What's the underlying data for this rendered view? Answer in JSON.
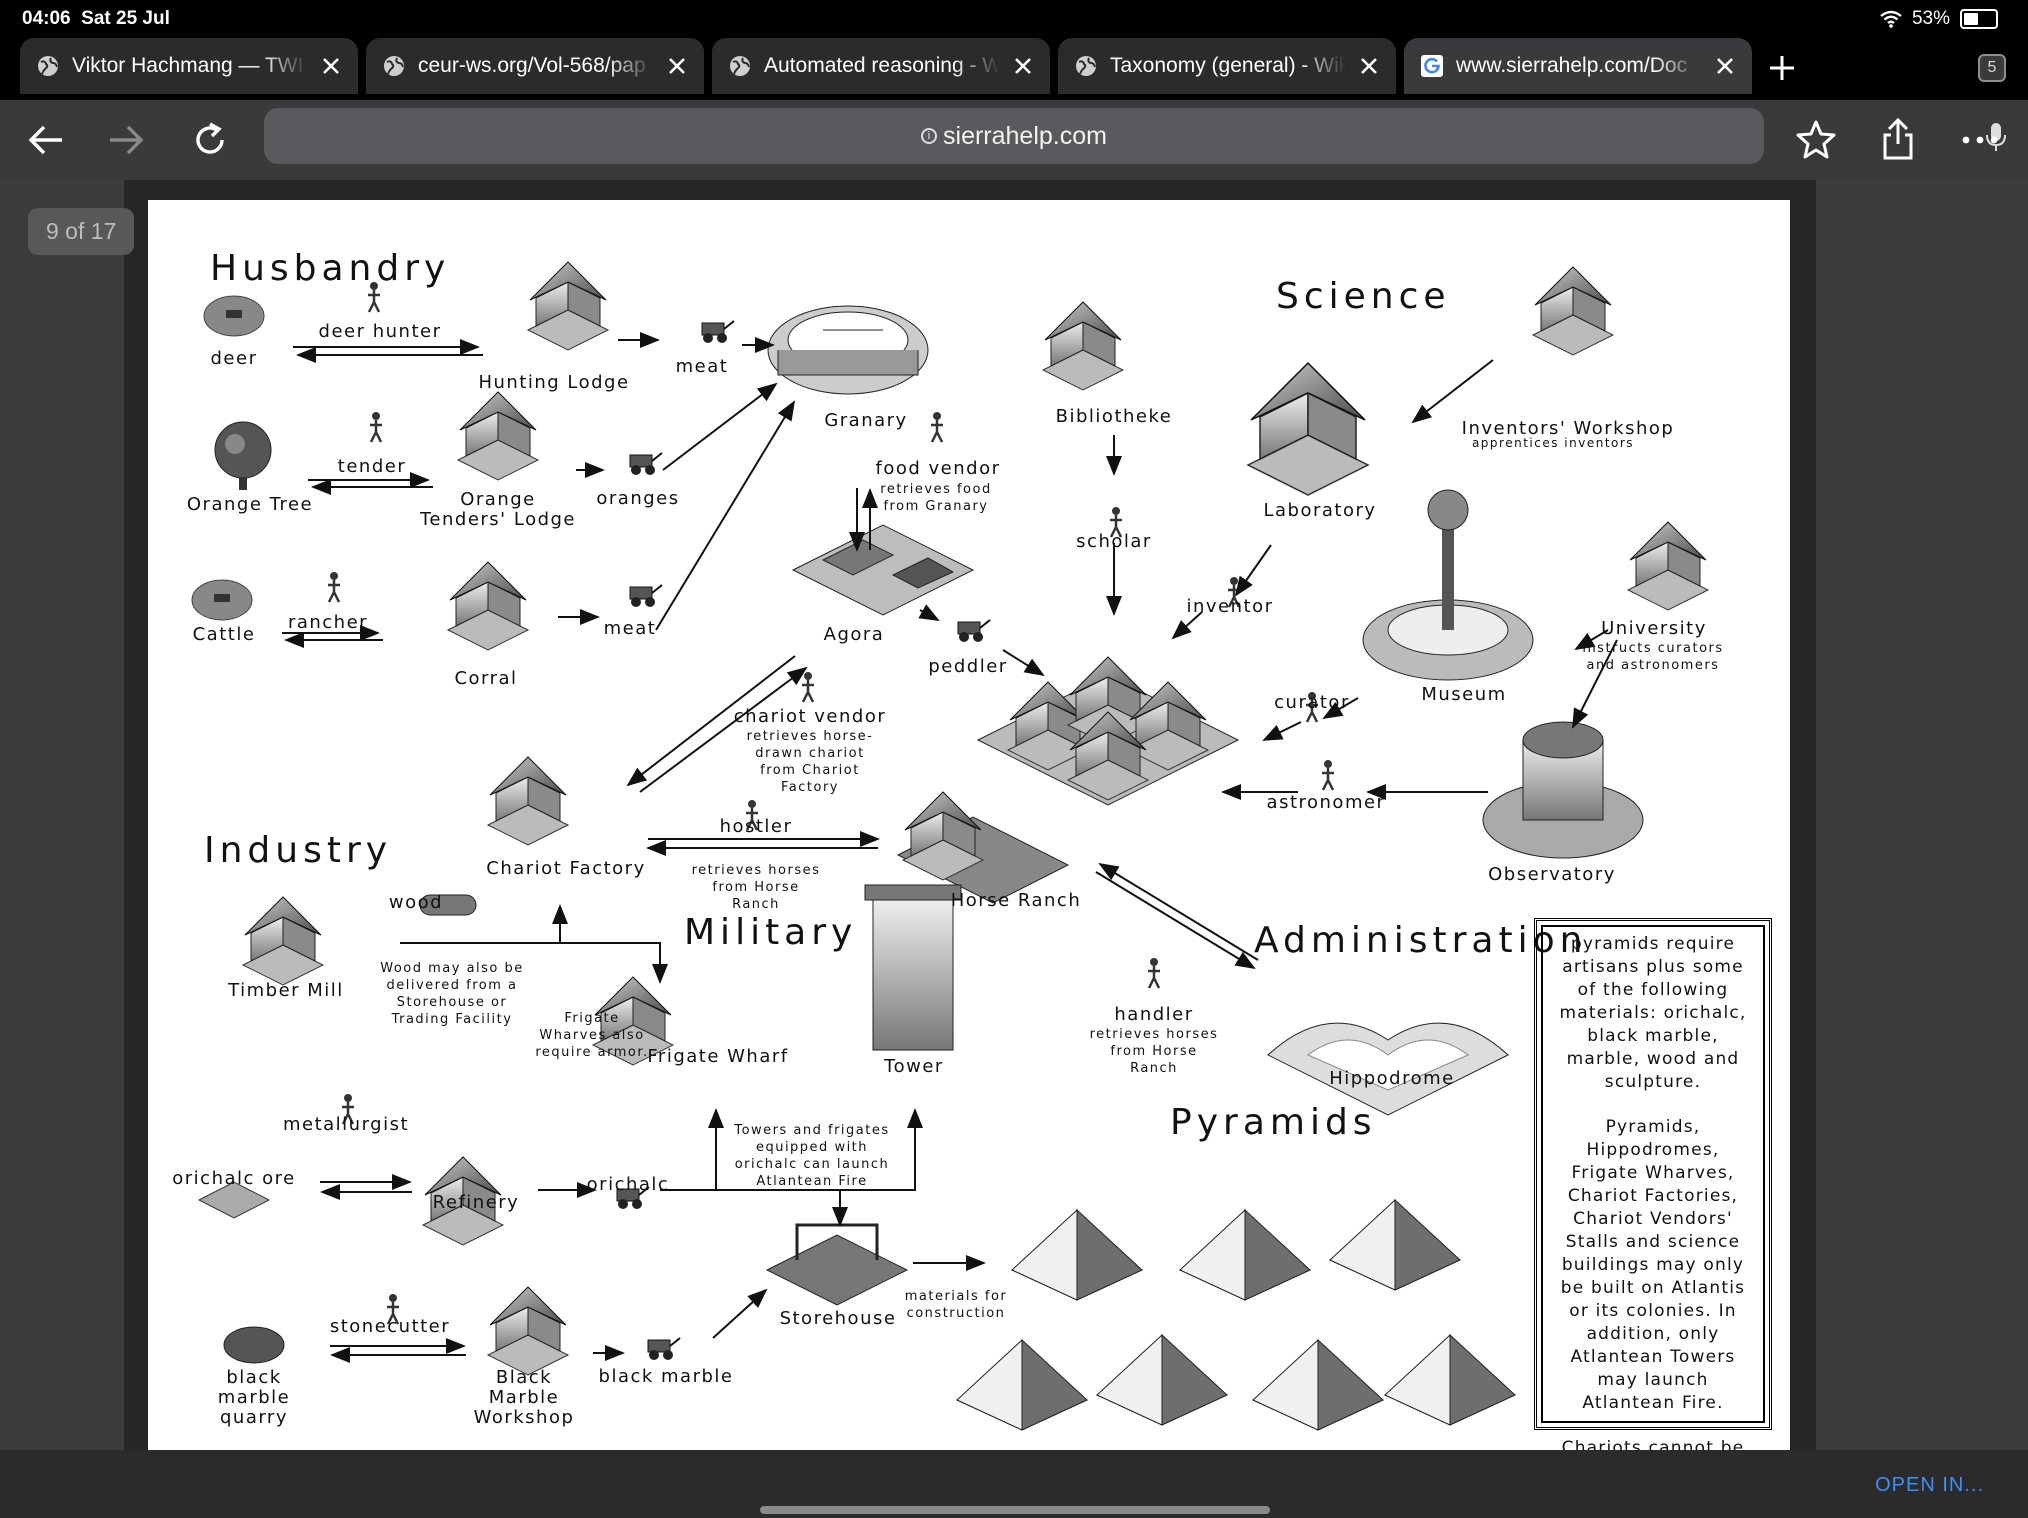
{
  "status": {
    "time": "04:06",
    "date": "Sat 25 Jul",
    "battery": "53%",
    "battery_level": 0.53
  },
  "tabs": [
    {
      "title": "Viktor Hachmang — TWI",
      "active": false
    },
    {
      "title": "ceur-ws.org/Vol-568/pap",
      "active": false
    },
    {
      "title": "Automated reasoning - W",
      "active": false
    },
    {
      "title": "Taxonomy (general) - Wik",
      "active": false
    },
    {
      "title": "www.sierrahelp.com/Doc",
      "active": true
    }
  ],
  "tab_count": "5",
  "url": "sierrahelp.com",
  "page_indicator": "9 of 17",
  "open_in": "OPEN IN...",
  "diagram": {
    "headings": {
      "husbandry": "Husbandry",
      "science": "Science",
      "industry": "Industry",
      "military": "Military",
      "administration": "Administration",
      "pyramids": "Pyramids"
    },
    "labels": {
      "deer": "deer",
      "deer_hunter": "deer hunter",
      "hunting_lodge": "Hunting Lodge",
      "meat1": "meat",
      "granary": "Granary",
      "orange_tree": "Orange Tree",
      "tender": "tender",
      "orange_tenders_lodge": "Orange Tenders' Lodge",
      "oranges": "oranges",
      "food_vendor": "food vendor",
      "food_vendor_note": "retrieves food from Granary",
      "cattle": "Cattle",
      "rancher": "rancher",
      "corral": "Corral",
      "meat2": "meat",
      "agora": "Agora",
      "peddler": "peddler",
      "bibliotheke": "Bibliotheke",
      "scholar": "scholar",
      "laboratory": "Laboratory",
      "inventor": "inventor",
      "inventors_workshop": "Inventors' Workshop",
      "inventors_workshop_note": "apprentices inventors",
      "museum": "Museum",
      "curator": "curator",
      "university": "University",
      "university_note": "instructs curators and astronomers",
      "observatory": "Observatory",
      "astronomer": "astronomer",
      "chariot_vendor": "chariot vendor",
      "chariot_vendor_note": "retrieves horse-drawn chariot from Chariot Factory",
      "chariot_factory": "Chariot Factory",
      "hostler": "hostler",
      "hostler_note": "retrieves horses from Horse Ranch",
      "horse_ranch": "Horse Ranch",
      "wood": "wood",
      "timber_mill": "Timber Mill",
      "wood_note": "Wood may also be delivered from a Storehouse or Trading Facility",
      "frigate_note": "Frigate Wharves also require armor.",
      "frigate_wharf": "Frigate Wharf",
      "tower": "Tower",
      "handler": "handler",
      "handler_note": "retrieves horses from Horse Ranch",
      "hippodrome": "Hippodrome",
      "metallurgist": "metallurgist",
      "orichalc_ore": "orichalc ore",
      "refinery": "Refinery",
      "orichalc": "orichalc",
      "towers_note": "Towers and frigates equipped with orichalc can launch Atlantean Fire",
      "storehouse": "Storehouse",
      "materials_note": "materials for construction",
      "stonecutter": "stonecutter",
      "black_marble_quarry": "black marble quarry",
      "black_marble_workshop": "Black Marble Workshop",
      "black_marble": "black marble"
    },
    "infobox": [
      "pyramids require artisans plus some of the following materials: orichalc, black marble, marble, wood and sculpture.",
      "Pyramids, Hippodromes, Frigate Wharves, Chariot Factories, Chariot Vendors' Stalls and science buildings may only be built on Atlantis or its colonies. In addition, only Atlantean Towers may launch Atlantean Fire.",
      "Chariots cannot be imported or exported."
    ]
  }
}
